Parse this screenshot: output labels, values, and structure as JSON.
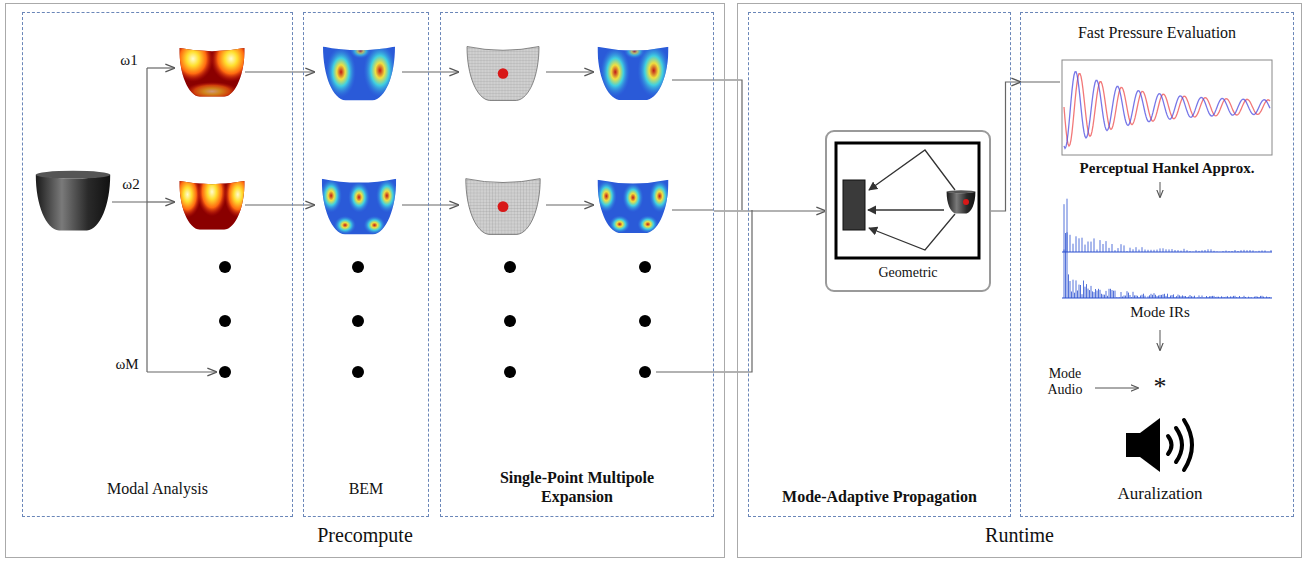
{
  "diagram": {
    "nodes": [
      {
        "text": [
          "Precompute"
        ]
      },
      {
        "text": [
          "Modal Analysis"
        ],
        "in": 0
      },
      {
        "text": [
          "BEM"
        ],
        "in": 0
      },
      {
        "text": [
          "Single-Point Multipole Expansion"
        ],
        "in": 0
      },
      {
        "text": [
          "Runtime"
        ]
      },
      {
        "text": [
          "Mode-Adaptive Propagation"
        ],
        "in": 4
      },
      {
        "text": [
          "Geometric"
        ],
        "in": 5
      },
      {
        "text": [
          "Fast Pressure Evaluation"
        ],
        "in": 4
      }
    ],
    "edges": [
      {
        "from": 3,
        "to": 6,
        "arrow": "to"
      },
      {
        "from": 6,
        "to": 7,
        "arrow": "to"
      }
    ],
    "labels": [
      "ω1",
      "ω2",
      "ωM",
      "Perceptual Hankel Approx.",
      "Mode IRs",
      "Mode Audio",
      "*",
      "Auralization"
    ]
  }
}
